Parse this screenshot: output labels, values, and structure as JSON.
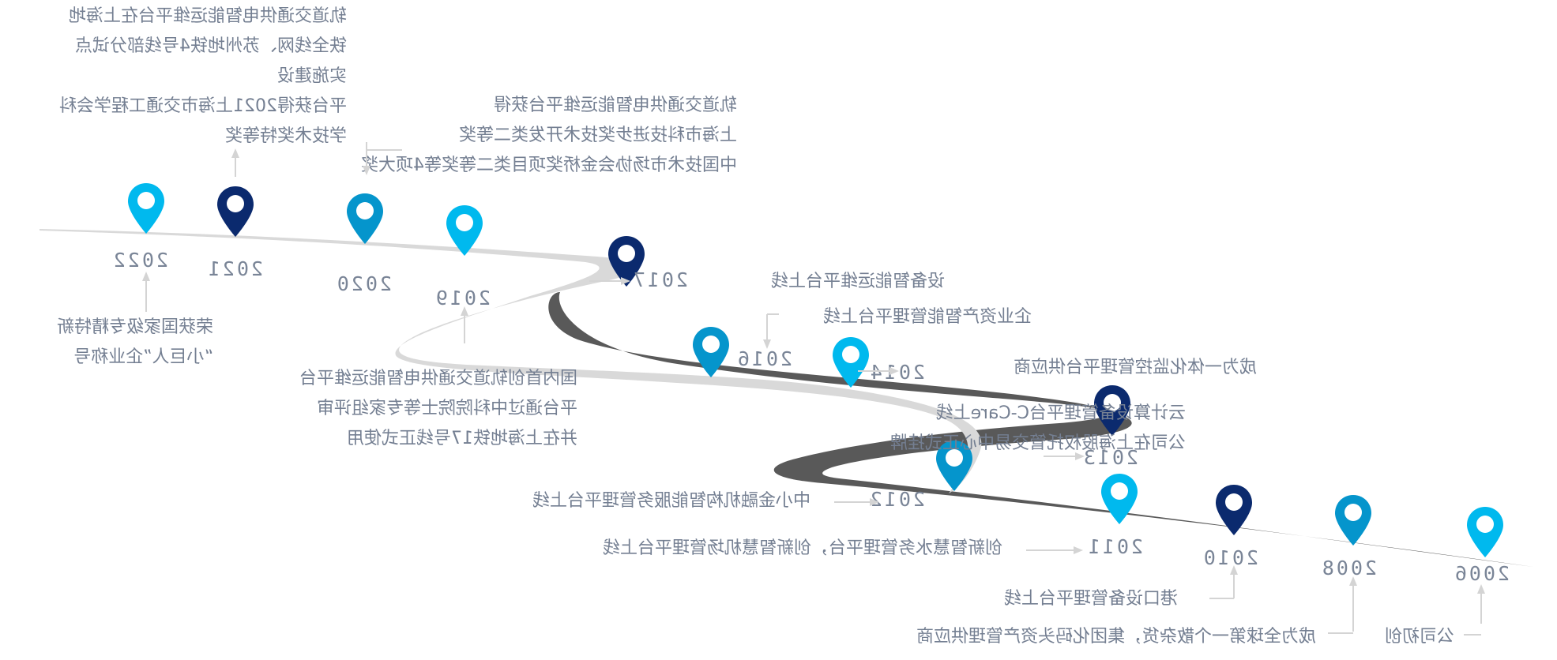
{
  "title": "公司发展历程",
  "colors": {
    "pin_light": "#00b9ee",
    "pin_mid": "#0595cc",
    "pin_dark": "#0b2a6e",
    "road_light": "#d9d9d9",
    "road_dark": "#595959",
    "text": "#747f92",
    "connector": "#d4d4d4"
  },
  "milestones": [
    {
      "year": "2006",
      "pin_color": "pin_light",
      "icon": "map-pin-icon",
      "lines": [
        "公司初创"
      ]
    },
    {
      "year": "2008",
      "pin_color": "pin_mid",
      "icon": "map-pin-icon",
      "lines": [
        "成为全球第一个散杂货，集团化码头资产管理供应商"
      ]
    },
    {
      "year": "2010",
      "pin_color": "pin_dark",
      "icon": "map-pin-icon",
      "lines": [
        "港口设备管理平台上线"
      ]
    },
    {
      "year": "2011",
      "pin_color": "pin_light",
      "icon": "map-pin-icon",
      "lines": [
        "创新智慧水务管理平台，创新智慧机场管理平台上线"
      ]
    },
    {
      "year": "2012",
      "pin_color": "pin_mid",
      "icon": "map-pin-icon",
      "lines": [
        "中小金融机构智能服务管理平台上线"
      ]
    },
    {
      "year": "2013",
      "pin_color": "pin_dark",
      "icon": "map-pin-icon",
      "lines": [
        "云计算设备管理平台C-Care上线",
        "公司在上海股权托管交易中心正式挂牌"
      ]
    },
    {
      "year": "2014",
      "pin_color": "pin_light",
      "icon": "map-pin-icon",
      "lines": [
        "成为一体化监控管理平台供应商"
      ]
    },
    {
      "year": "2016",
      "pin_color": "pin_mid",
      "icon": "map-pin-icon",
      "lines": [
        "企业资产智能管理平台上线"
      ]
    },
    {
      "year": "2017",
      "pin_color": "pin_dark",
      "icon": "map-pin-icon",
      "lines": [
        "设备智能运维平台上线"
      ]
    },
    {
      "year": "2019",
      "pin_color": "pin_light",
      "icon": "map-pin-icon",
      "lines": [
        "国内首创轨道交通供电智能运维平台",
        "平台通过中科院院士等专家组评审",
        "并在上海地铁17号线正式使用"
      ]
    },
    {
      "year": "2020",
      "pin_color": "pin_mid",
      "icon": "map-pin-icon",
      "lines": [
        "轨道交通供电智能运维平台获得",
        "上海市科技进步奖技术开发类二等奖",
        "中国技术市场协会金桥奖项目类二等奖等4项大奖"
      ]
    },
    {
      "year": "2021",
      "pin_color": "pin_dark",
      "icon": "map-pin-icon",
      "lines": [
        "轨道交通供电智能运维平台在上海地",
        "铁全线网、苏州地铁4号线部分试点",
        "实施建设",
        "平台获得2021上海市交通工程学会科",
        "学技术奖特等奖"
      ]
    },
    {
      "year": "2022",
      "pin_color": "pin_light",
      "icon": "map-pin-icon",
      "lines": [
        "荣获国家级专精特新",
        "“小巨人”企业称号"
      ]
    }
  ]
}
